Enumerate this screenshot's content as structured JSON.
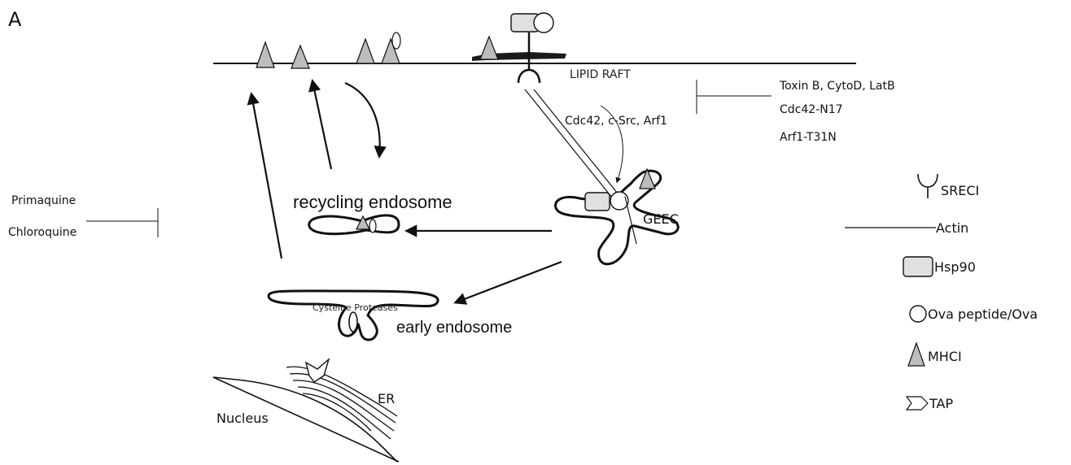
{
  "panel_label": "A",
  "labels": {
    "lipid_raft": "LIPID RAFT",
    "cdc42_src_arf1": "Cdc42, c-Src, Arf1",
    "geec": "GEEC",
    "recycling_endosome": "recycling endosome",
    "early_endosome": "early endosome",
    "cysteine_proteases": "Cysteine Proteases",
    "er": "ER",
    "nucleus": "Nucleus"
  },
  "inhibitors_right": [
    "Toxin B, CytoD, LatB",
    "Cdc42-N17",
    "Arf1-T31N"
  ],
  "inhibitors_left": [
    "Primaquine",
    "Chloroquine"
  ],
  "legend": [
    {
      "symbol": "receptor",
      "label": "SRECI"
    },
    {
      "symbol": "line",
      "label": "Actin"
    },
    {
      "symbol": "rounded-rect",
      "label": "Hsp90"
    },
    {
      "symbol": "circle",
      "label": "Ova peptide/Ova"
    },
    {
      "symbol": "triangle",
      "label": "MHCI"
    },
    {
      "symbol": "chevron",
      "label": "TAP"
    }
  ],
  "colors": {
    "stroke": "#111111",
    "mhci_fill": "#bdbdbd",
    "hsp90_fill": "#e0e0e0",
    "raft": "#1a1a1a"
  }
}
